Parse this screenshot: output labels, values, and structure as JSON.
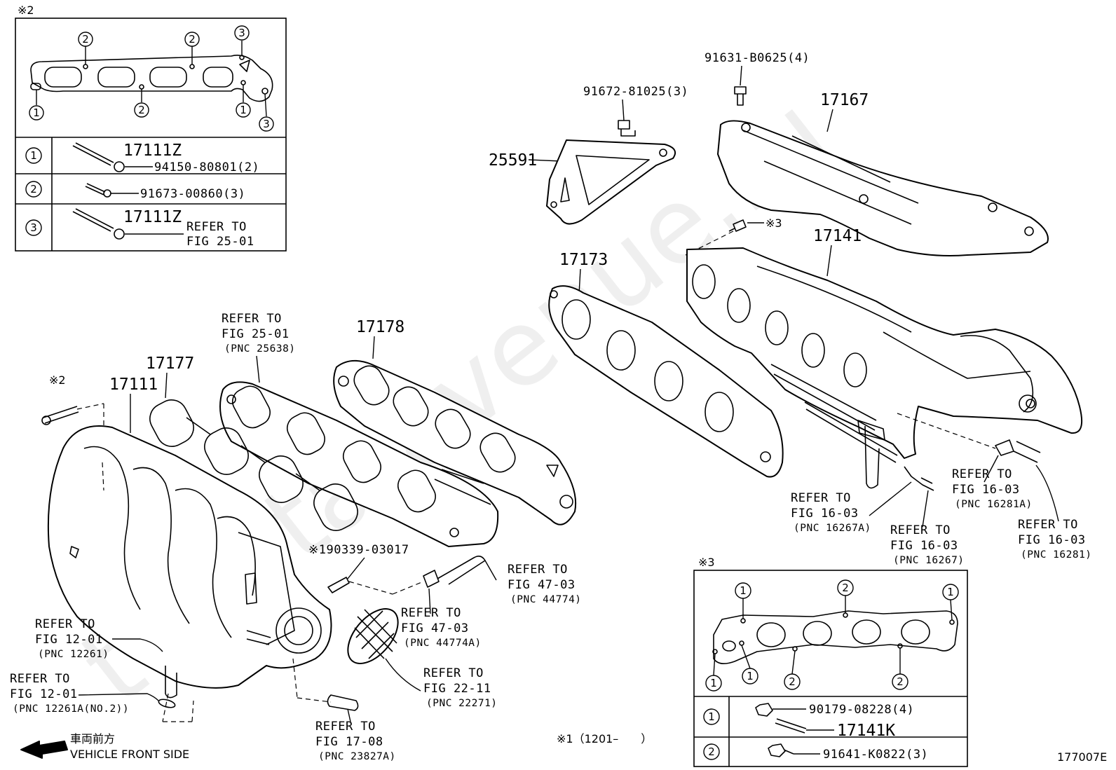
{
  "watermark": "toyota-avenue.ru",
  "inset2": {
    "mark": "※2",
    "rows": [
      {
        "no": "1",
        "part": "17111Z",
        "bolt": "94150-80801(2)"
      },
      {
        "no": "2",
        "bolt": "91673-00860(3)"
      },
      {
        "no": "3",
        "part": "17111Z",
        "ref1": "REFER TO",
        "ref2": "FIG 25-01"
      }
    ],
    "gasket_circles": [
      "2",
      "2",
      "3",
      "1",
      "2",
      "1",
      "3"
    ]
  },
  "inset3": {
    "mark": "※3",
    "rows": [
      {
        "no": "1",
        "nut": "90179-08228(4)",
        "part": "17141K"
      },
      {
        "no": "2",
        "bolt": "91641-K0822(3)"
      }
    ],
    "gasket_circles": [
      "1",
      "2",
      "1",
      "1",
      "1",
      "2",
      "2"
    ]
  },
  "parts": {
    "p25591": "25591",
    "p17167": "17167",
    "p17141": "17141",
    "p17173": "17173",
    "p17178": "17178",
    "p17177": "17177",
    "p17111": "17111",
    "b91631": "91631-B0625(4)",
    "b91672": "91672-81025(3)",
    "mark3": "※3",
    "mark2": "※2",
    "p190339": "※190339-03017"
  },
  "refs": {
    "r25638": [
      "REFER TO",
      "FIG 25-01",
      "(PNC 25638)"
    ],
    "r16267A": [
      "REFER TO",
      "FIG 16-03",
      "(PNC 16267A)"
    ],
    "r16281A": [
      "REFER TO",
      "FIG 16-03",
      "(PNC 16281A)"
    ],
    "r16267": [
      "REFER TO",
      "FIG 16-03",
      "(PNC 16267)"
    ],
    "r16281": [
      "REFER TO",
      "FIG 16-03",
      "(PNC 16281)"
    ],
    "r44774": [
      "REFER TO",
      "FIG 47-03",
      "(PNC 44774)"
    ],
    "r44774A": [
      "REFER TO",
      "FIG 47-03",
      "(PNC 44774A)"
    ],
    "r12261": [
      "REFER TO",
      "FIG 12-01",
      "(PNC 12261)"
    ],
    "r12261A": [
      "REFER TO",
      "FIG 12-01",
      "(PNC 12261A(NO.2))"
    ],
    "r22271": [
      "REFER TO",
      "FIG 22-11",
      "(PNC 22271)"
    ],
    "r23827A": [
      "REFER TO",
      "FIG 17-08",
      "(PNC 23827A)"
    ]
  },
  "footer": {
    "front_jp": "車両前方",
    "front_en": "VEHICLE FRONT SIDE",
    "note1": "※1（1201–　　）",
    "figure_id": "177007E"
  }
}
